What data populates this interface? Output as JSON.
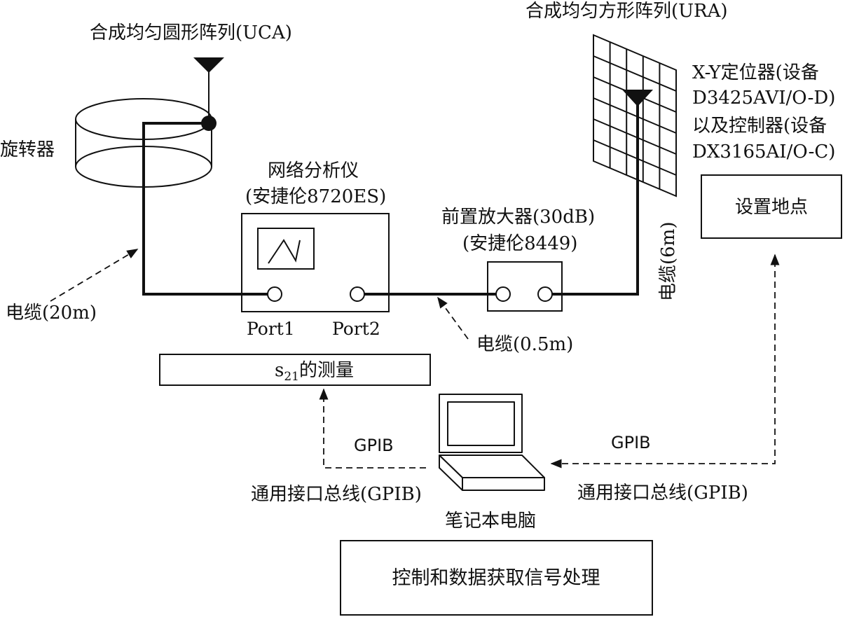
{
  "labels": {
    "uca": "合成均匀圆形阵列(UCA)",
    "ura": "合成均匀方形阵列(URA)",
    "rotator": "旋转器",
    "xy_line1": "X-Y定位器(设备",
    "xy_line2": "D3425AVI/O-D)",
    "xy_line3": "以及控制器(设备",
    "xy_line4": "DX3165AI/O-C)",
    "setup_site": "设置地点",
    "vna_line1": "网络分析仪",
    "vna_line2": "(安捷伦8720ES)",
    "preamp_line1": "前置放大器(30dB)",
    "preamp_line2": "(安捷伦8449)",
    "cable_6m": "电缆(6m)",
    "cable_20m": "电缆(20m)",
    "port1": "Port1",
    "port2": "Port2",
    "cable_05m": "电缆(0.5m)",
    "s21_prefix": "s",
    "s21_sub": "21",
    "s21_suffix": "的测量",
    "gpib_left": "GPIB",
    "gpib_right": "GPIB",
    "gpib_bus_left": "通用接口总线(GPIB)",
    "gpib_bus_right": "通用接口总线(GPIB)",
    "laptop": "笔记本电脑",
    "processing": "控制和数据获取信号处理"
  },
  "colors": {
    "stroke": "#111111",
    "background": "#ffffff"
  }
}
